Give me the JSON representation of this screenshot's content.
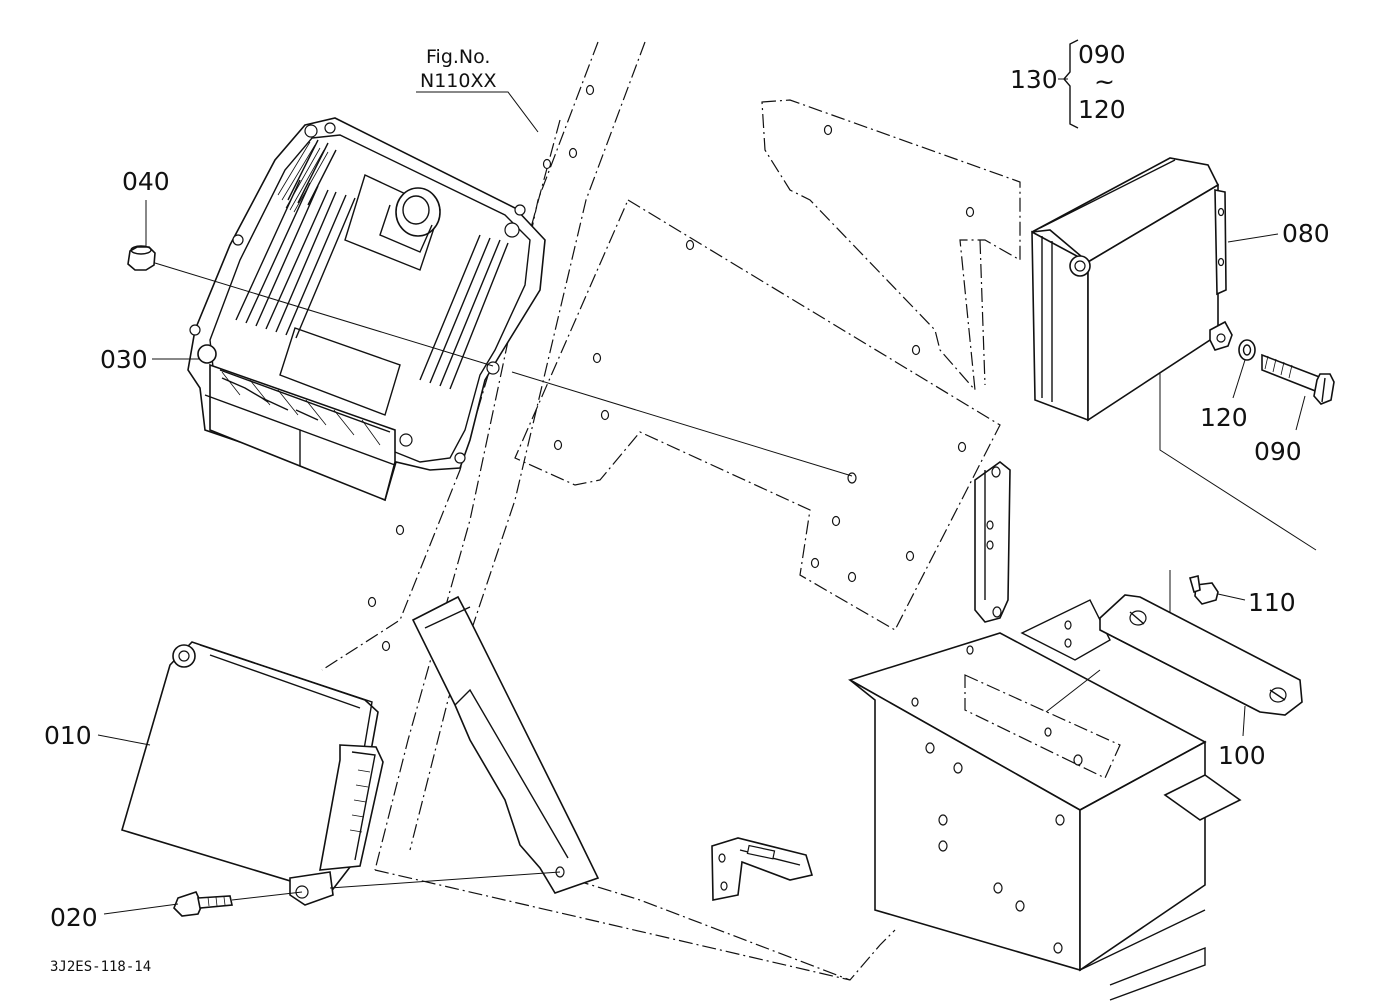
{
  "figure": {
    "fig_no_label": "Fig.No.",
    "fig_no_value": "N110XX",
    "drawing_code": "3J2ES-118-14"
  },
  "callouts": {
    "p010": "010",
    "p020": "020",
    "p030": "030",
    "p040": "040",
    "p080": "080",
    "p090": "090",
    "p100": "100",
    "p110": "110",
    "p120": "120"
  },
  "kit": {
    "id": "130",
    "range_start": "090",
    "range_sep": "~",
    "range_end": "120"
  }
}
